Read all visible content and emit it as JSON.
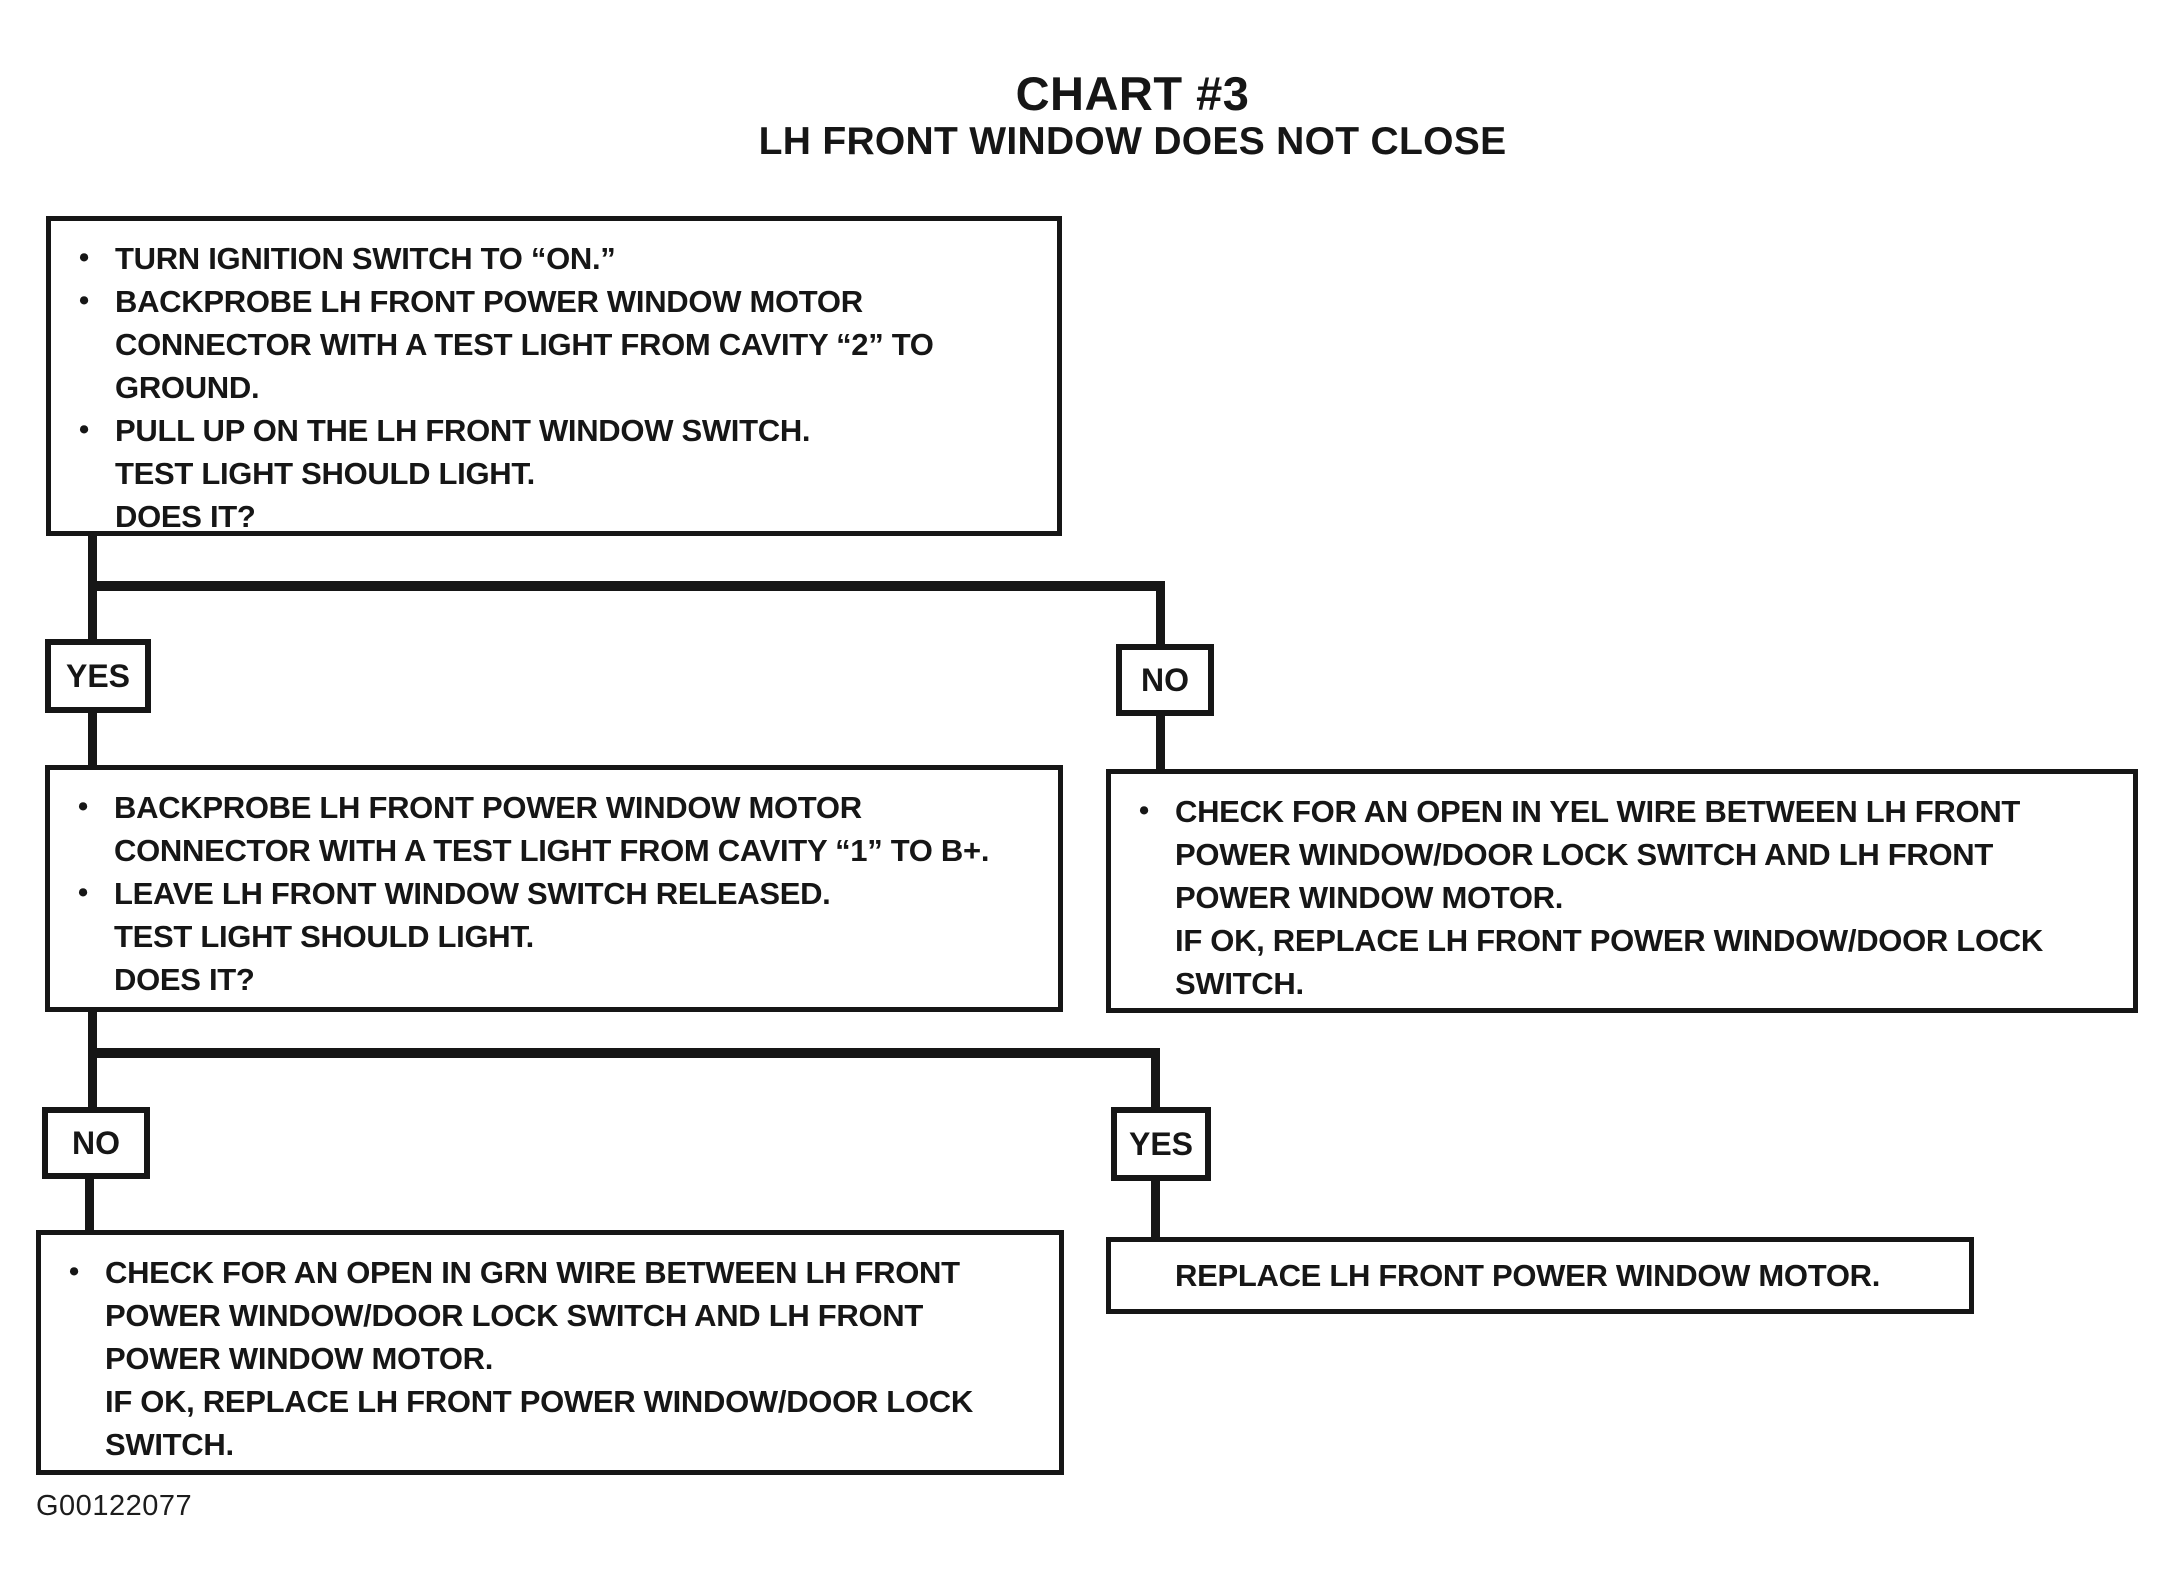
{
  "title": {
    "line1": "CHART #3",
    "line2": "LH FRONT WINDOW DOES NOT CLOSE"
  },
  "glyphs": {
    "bullet": "•"
  },
  "labels": {
    "branch1_yes": "YES",
    "branch1_no": "NO",
    "branch2_no": "NO",
    "branch2_yes": "YES"
  },
  "boxes": {
    "step1": {
      "items": [
        {
          "lines": [
            "TURN IGNITION SWITCH TO “ON.”"
          ]
        },
        {
          "lines": [
            "BACKPROBE LH FRONT POWER WINDOW MOTOR",
            "CONNECTOR WITH A TEST LIGHT FROM CAVITY “2” TO",
            "GROUND."
          ]
        },
        {
          "lines": [
            "PULL UP ON THE LH FRONT WINDOW SWITCH.",
            "TEST LIGHT SHOULD LIGHT.",
            "DOES IT?"
          ]
        }
      ]
    },
    "step2": {
      "items": [
        {
          "lines": [
            "BACKPROBE LH FRONT POWER WINDOW MOTOR",
            "CONNECTOR WITH A TEST LIGHT FROM CAVITY “1” TO B+."
          ]
        },
        {
          "lines": [
            "LEAVE LH FRONT WINDOW SWITCH RELEASED.",
            "TEST LIGHT SHOULD LIGHT.",
            "DOES IT?"
          ]
        }
      ]
    },
    "check_yel": {
      "items": [
        {
          "lines": [
            "CHECK FOR AN OPEN IN YEL WIRE BETWEEN LH FRONT",
            "POWER WINDOW/DOOR LOCK SWITCH AND LH FRONT",
            "POWER WINDOW MOTOR.",
            "IF OK, REPLACE LH FRONT POWER WINDOW/DOOR LOCK",
            "SWITCH."
          ]
        }
      ]
    },
    "check_grn": {
      "items": [
        {
          "lines": [
            "CHECK FOR AN OPEN IN GRN WIRE BETWEEN LH FRONT",
            "POWER WINDOW/DOOR LOCK SWITCH AND LH FRONT",
            "POWER WINDOW MOTOR.",
            "IF OK, REPLACE LH FRONT POWER WINDOW/DOOR LOCK",
            "SWITCH."
          ]
        }
      ]
    },
    "replace_motor": {
      "text": "REPLACE LH FRONT POWER WINDOW MOTOR."
    }
  },
  "figure_id": "G00122077",
  "colors": {
    "ink": "#161616",
    "paper": "#ffffff"
  }
}
